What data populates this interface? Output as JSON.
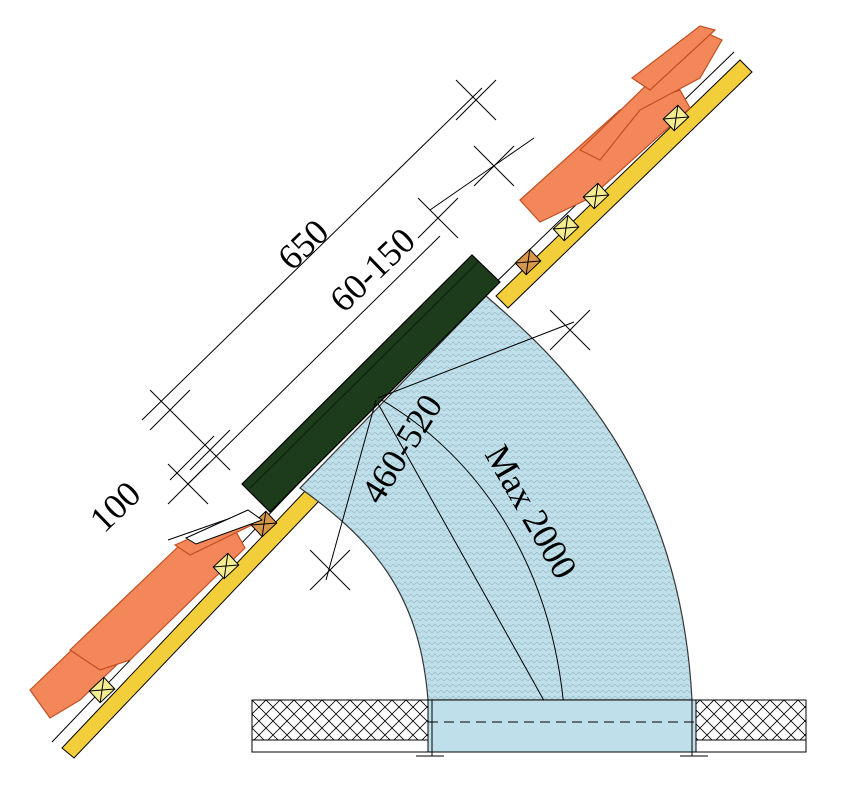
{
  "dimensions": {
    "overall_length": "650",
    "flashing_height": "60-150",
    "lower_offset": "100",
    "tube_diameter": "460-520",
    "max_length": "Max 2000"
  },
  "colors": {
    "roof_tile": "#f4875a",
    "tile_outline": "#c24f22",
    "roof_deck": "#f2cf3a",
    "batten": "#d79649",
    "counter_batten": "#f5ec90",
    "skylight_cap": "#1c3c1c",
    "light_tube": "#bfe0ea",
    "ceiling_insulation": "#ffffff",
    "lines": "#000000"
  },
  "icons": [
    "dimension-tick-icon",
    "batten-cross-icon"
  ]
}
